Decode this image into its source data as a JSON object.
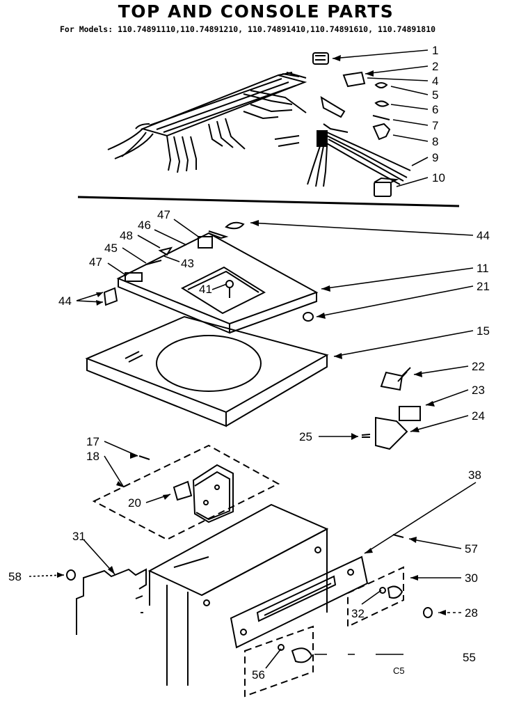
{
  "header": {
    "title": "TOP AND CONSOLE PARTS",
    "models_line": "For Models: 110.74891110,110.74891210, 110.74891410,110.74891610, 110.74891810"
  },
  "callouts": {
    "c1": "1",
    "c2": "2",
    "c4": "4",
    "c5": "5",
    "c6": "6",
    "c7": "7",
    "c8": "8",
    "c9": "9",
    "c10": "10",
    "c44a": "44",
    "c11": "11",
    "c21": "21",
    "c15": "15",
    "c22": "22",
    "c23": "23",
    "c24": "24",
    "c25": "25",
    "c47a": "47",
    "c46": "46",
    "c48": "48",
    "c43": "43",
    "c45": "45",
    "c47b": "47",
    "c44b": "44",
    "c41": "41",
    "c17": "17",
    "c18": "18",
    "c20": "20",
    "c38": "38",
    "c31": "31",
    "c57": "57",
    "c58": "58",
    "c30": "30",
    "c28": "28",
    "c32": "32",
    "c55": "55",
    "c56": "56"
  },
  "page_code": "C5"
}
